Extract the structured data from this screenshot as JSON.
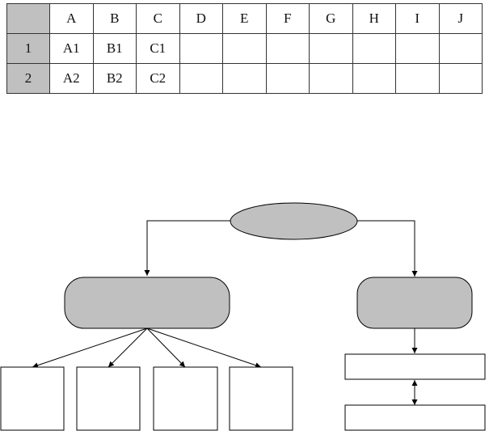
{
  "spreadsheet": {
    "columns": [
      "A",
      "B",
      "C",
      "D",
      "E",
      "F",
      "G",
      "H",
      "I",
      "J"
    ],
    "rows": [
      {
        "label": "1",
        "cells": [
          "A1",
          "B1",
          "C1",
          "",
          "",
          "",
          "",
          "",
          "",
          ""
        ]
      },
      {
        "label": "2",
        "cells": [
          "A2",
          "B2",
          "C2",
          "",
          "",
          "",
          "",
          "",
          "",
          ""
        ]
      }
    ]
  },
  "diagram": {
    "colors": {
      "node_fill": "#c0c0c0",
      "stroke": "#000000",
      "box_fill": "#ffffff"
    }
  }
}
